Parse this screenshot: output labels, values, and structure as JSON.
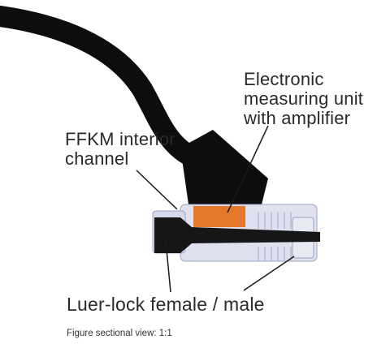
{
  "labels": {
    "electronic": [
      "Electronic",
      "measuring unit",
      "with amplifier"
    ],
    "ffkm": [
      "FFKM interior",
      "channel"
    ],
    "luer": "Luer-lock female / male"
  },
  "caption": "Figure sectional view: 1:1",
  "colors": {
    "cable": "#0d0d0d",
    "housing": "#dfe1ee",
    "housing_dark": "#9ea3bd",
    "sensor": "#e4782a",
    "leader": "#1a1a1a"
  }
}
